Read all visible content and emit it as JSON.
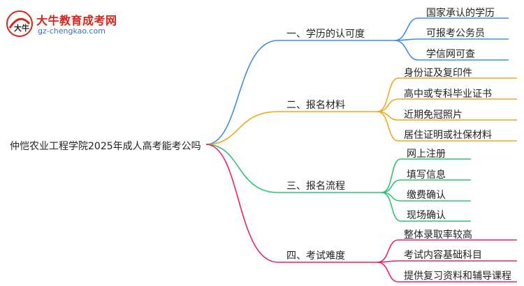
{
  "logo": {
    "title": "大牛教育成考网",
    "url": "gz-chengkao.com",
    "mark": "大牛"
  },
  "root": {
    "label": "仲恺农业工程学院2025年成人高考能考公吗"
  },
  "colors": {
    "branch_1": "#3d8ee8",
    "branch_2": "#f0a81c",
    "branch_3": "#2fc374",
    "branch_4": "#e8236f",
    "logo_red": "#d6251b",
    "logo_blue": "#3a6fb5"
  },
  "branches": [
    {
      "label": "一、学历的认可度",
      "children": [
        "国家承认的学历",
        "可报考公务员",
        "学信网可查"
      ]
    },
    {
      "label": "二、报名材料",
      "children": [
        "身份证及复印件",
        "高中或专科毕业证书",
        "近期免冠照片",
        "居住证明或社保材料"
      ]
    },
    {
      "label": "三、报名流程",
      "children": [
        "网上注册",
        "填写信息",
        "缴费确认",
        "现场确认"
      ]
    },
    {
      "label": "四、考试难度",
      "children": [
        "整体录取率较高",
        "考试内容基础科目",
        "提供复习资料和辅导课程"
      ]
    }
  ]
}
